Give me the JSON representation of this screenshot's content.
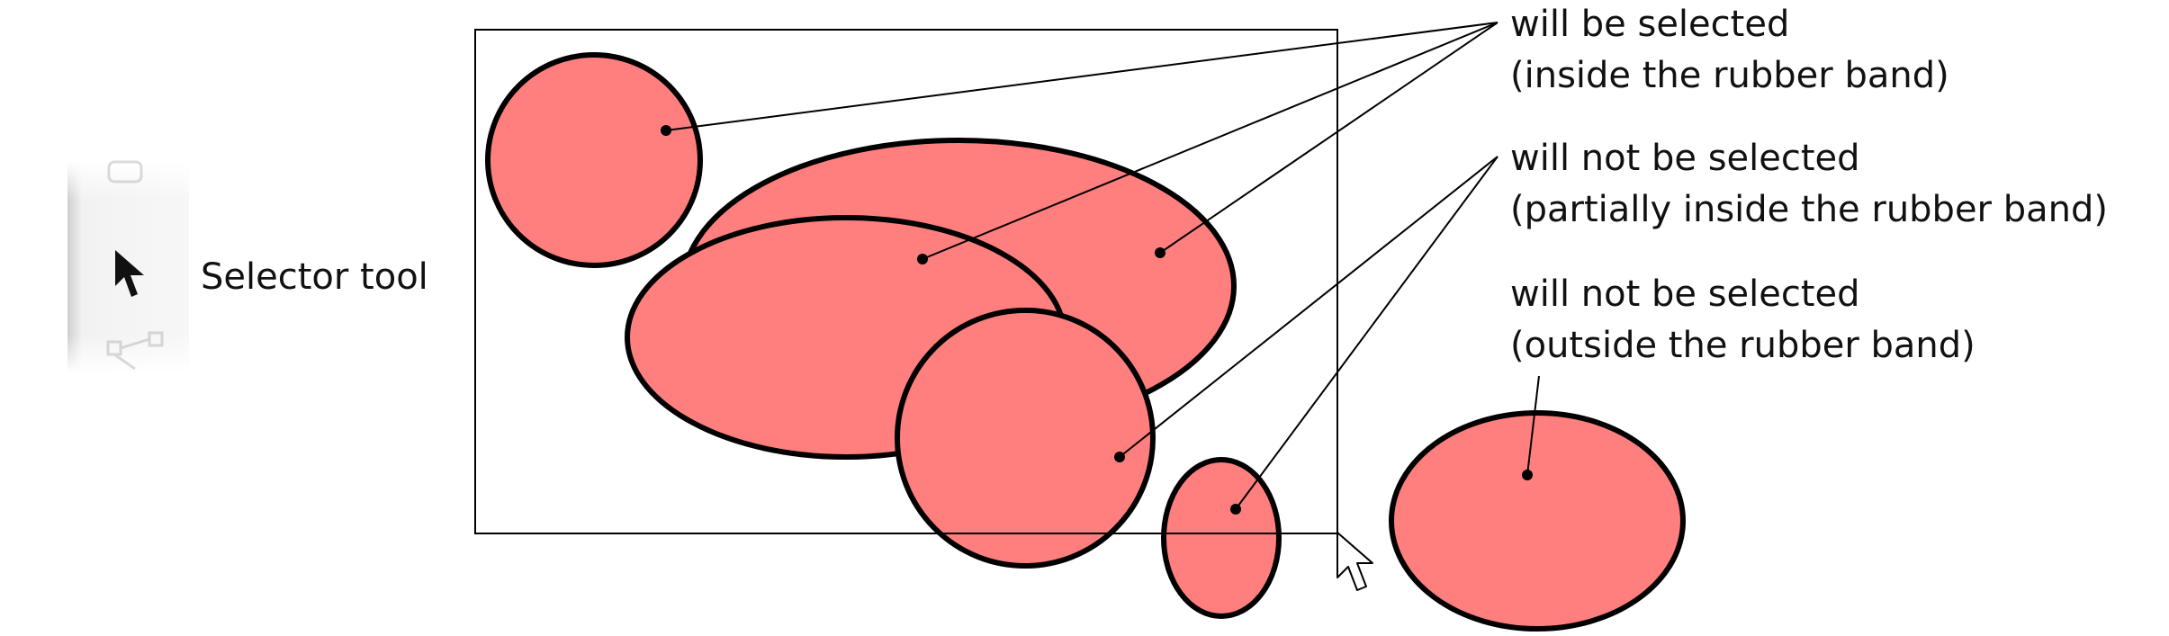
{
  "toolbar": {
    "tool_label": "Selector tool",
    "tool_icon": "arrow-pointer-icon",
    "icon_above": "tool-icon",
    "icon_below": "connector-tool-icon"
  },
  "colors": {
    "shape_fill": "#ff7f7f",
    "outline": "#000000"
  },
  "annotations": {
    "selected": {
      "line1": "will be selected",
      "line2": "(inside the rubber band)"
    },
    "partial": {
      "line1": "will not be selected",
      "line2": "(partially inside the rubber band)"
    },
    "outside": {
      "line1": "will not be selected",
      "line2": "(outside the rubber band)"
    }
  },
  "cursor_icon": "mouse-pointer-icon"
}
